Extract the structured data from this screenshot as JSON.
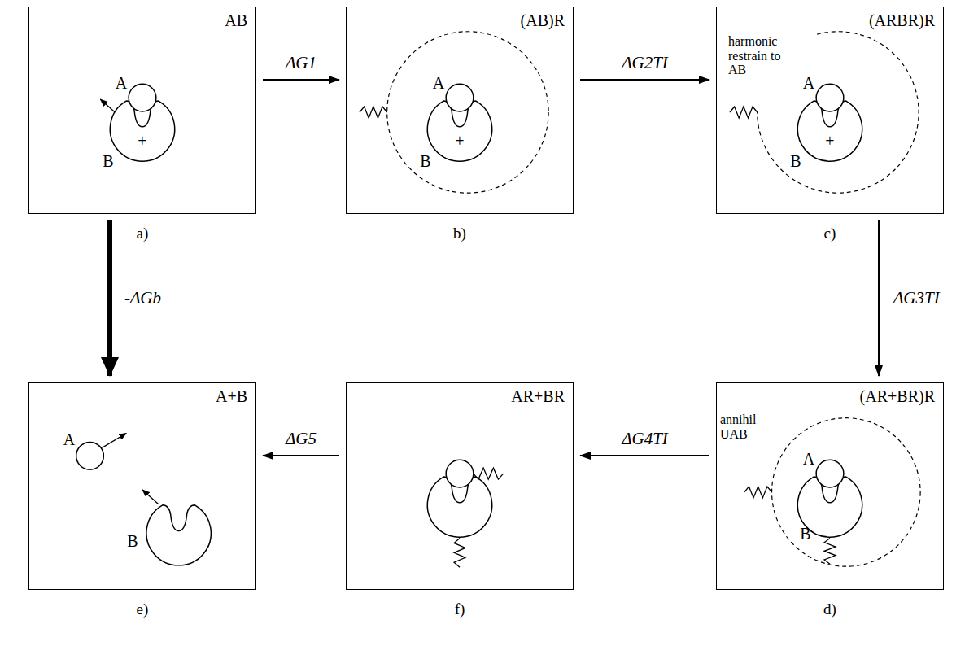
{
  "diagram": {
    "nodes": [
      {
        "text": [
          "AB",
          "a)"
        ]
      },
      {
        "text": [
          "(AB)R",
          "b)"
        ]
      },
      {
        "text": [
          "(ARBR)R",
          "c)"
        ]
      },
      {
        "text": [
          "A+B",
          "e)"
        ]
      },
      {
        "text": [
          "AR+BR",
          "f)"
        ]
      },
      {
        "text": [
          "(AR+BR)R",
          "d)"
        ]
      }
    ],
    "edges": [
      {
        "from": 0,
        "to": 1,
        "arrow": "to",
        "label": "ΔG1"
      },
      {
        "from": 1,
        "to": 2,
        "arrow": "to",
        "label": "ΔG2TI"
      },
      {
        "from": 2,
        "to": 5,
        "arrow": "to",
        "label": "ΔG3TI"
      },
      {
        "from": 5,
        "to": 4,
        "arrow": "to",
        "label": "ΔG4TI"
      },
      {
        "from": 4,
        "to": 3,
        "arrow": "to",
        "label": "ΔG5"
      },
      {
        "from": 0,
        "to": 3,
        "arrow": "to",
        "label": "-ΔGb"
      }
    ],
    "labels": [
      "A",
      "+",
      "B",
      "A",
      "+",
      "B",
      "harmonic restrain to AB",
      "A",
      "+",
      "B",
      "annihil UAB",
      "A",
      "B",
      "A",
      "B"
    ]
  }
}
